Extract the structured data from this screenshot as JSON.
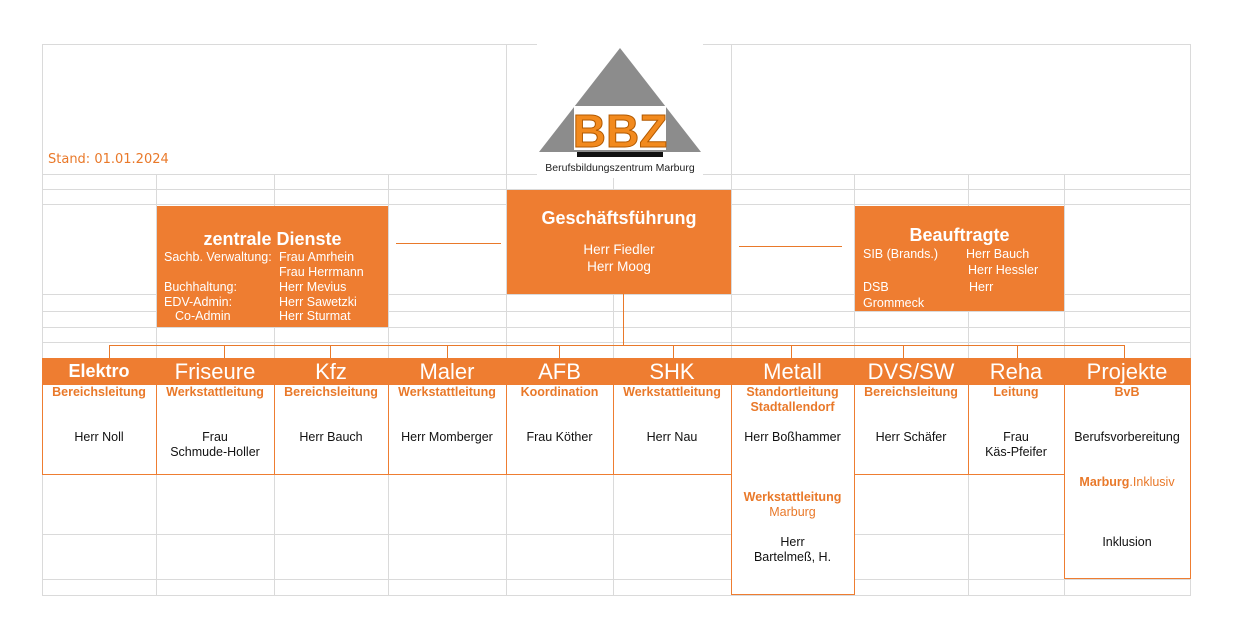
{
  "stand": "Stand: 01.01.2024",
  "logo": {
    "letters": "BBZ",
    "subtitle": "Berufsbildungszentrum Marburg"
  },
  "zentrale": {
    "title": "zentrale Dienste",
    "rows": [
      {
        "label": "Sachb. Verwaltung:",
        "name": "Frau Amrhein"
      },
      {
        "label": "",
        "name": "Frau Herrmann"
      },
      {
        "label": "Buchhaltung:",
        "name": "Herr Mevius"
      },
      {
        "label": "EDV-Admin:",
        "name": "Herr Sawetzki"
      },
      {
        "label": "Co-Admin",
        "name": "Herr Sturmat"
      }
    ]
  },
  "gf": {
    "title": "Geschäftsführung",
    "names": [
      "Herr Fiedler",
      "Herr Moog"
    ]
  },
  "beauftragte": {
    "title": "Beauftragte",
    "sib_label": "SIB (Brands.)",
    "sib_names": [
      "Herr Bauch",
      "Herr Hessler"
    ],
    "dsb_label": "DSB",
    "dsb_name": "Herr",
    "dsb_name2": "Grommeck"
  },
  "departments": [
    {
      "name": "Elektro",
      "role": "Bereichsleitung",
      "person": [
        "Herr Noll"
      ]
    },
    {
      "name": "Friseure",
      "role": "Werkstattleitung",
      "person": [
        "Frau",
        "Schmude-Holler"
      ]
    },
    {
      "name": "Kfz",
      "role": "Bereichsleitung",
      "person": [
        "Herr Bauch"
      ]
    },
    {
      "name": "Maler",
      "role": "Werkstattleitung",
      "person": [
        "Herr Momberger"
      ]
    },
    {
      "name": "AFB",
      "role": "Koordination",
      "person": [
        "Frau Köther"
      ]
    },
    {
      "name": "SHK",
      "role": "Werkstattleitung",
      "person": [
        "Herr Nau"
      ]
    },
    {
      "name": "Metall",
      "role": [
        "Standortleitung",
        "Stadtallendorf"
      ],
      "person": [
        "Herr Boßhammer"
      ],
      "role2": [
        "Werkstattleitung",
        "Marburg"
      ],
      "person2": [
        "Herr",
        "Bartelmeß, H."
      ]
    },
    {
      "name": "DVS/SW",
      "role": "Bereichsleitung",
      "person": [
        "Herr Schäfer"
      ]
    },
    {
      "name": "Reha",
      "role": "Leitung",
      "person": [
        "Frau",
        "Käs-Pfeifer"
      ]
    },
    {
      "name": "Projekte",
      "role": "BvB",
      "person": [
        "Berufsvorbereitung"
      ],
      "role2a": "Marburg",
      "role2b": ".Inklusiv",
      "person2": [
        "Inklusion"
      ]
    }
  ],
  "colors": {
    "accent": "#ee7d31",
    "grid": "#dadada",
    "logo_gray": "#8c8c8c"
  }
}
